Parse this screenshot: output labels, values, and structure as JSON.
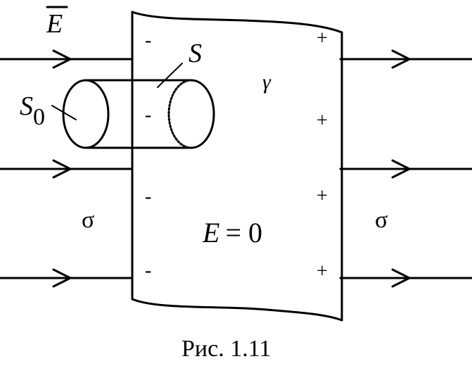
{
  "figure": {
    "field_vector_label": "E",
    "surface_label_s": "S",
    "cylinder_label_s0": "S",
    "cylinder_label_s0_sub": "0",
    "curvature_symbol": "γ",
    "inside_field_var": "E",
    "inside_field_rest": "= 0",
    "sigma_left": "σ",
    "sigma_right": "σ",
    "minus_sign": "-",
    "plus_sign": "+",
    "caption": "Рис. 1.11"
  }
}
